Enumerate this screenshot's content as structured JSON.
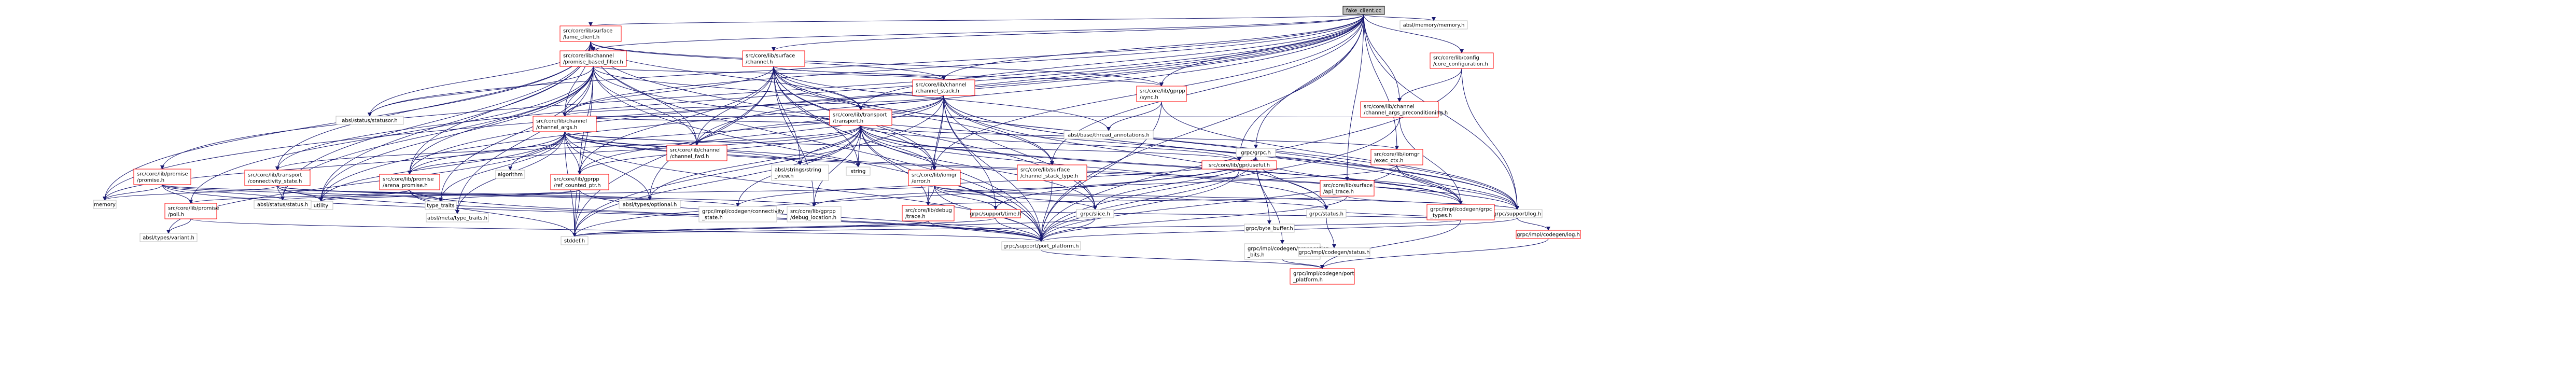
{
  "graph": {
    "title": "",
    "colors": {
      "root_fill": "#bfbfbf",
      "root_stroke": "#000000",
      "link_stroke": "#ff0000",
      "link_text": "#b40000",
      "leaf_stroke": "#bfbfbf",
      "leaf_text": "#000000",
      "edge": "#191970",
      "background": "#ffffff"
    },
    "nodes": [
      {
        "id": "root",
        "lines": [
          "fake_client.cc"
        ],
        "style": "root"
      },
      {
        "id": "surface_client",
        "lines": [
          "src/core/lib/surface",
          "/lame_client.h"
        ],
        "style": "link"
      },
      {
        "id": "promise_filter",
        "lines": [
          "src/core/lib/channel",
          "/promise_based_filter.h"
        ],
        "style": "link"
      },
      {
        "id": "surface_channel",
        "lines": [
          "src/core/lib/surface",
          "/channel.h"
        ],
        "style": "link"
      },
      {
        "id": "channel_stack",
        "lines": [
          "src/core/lib/channel",
          "/channel_stack.h"
        ],
        "style": "link"
      },
      {
        "id": "transport",
        "lines": [
          "src/core/lib/transport",
          "/transport.h"
        ],
        "style": "link"
      },
      {
        "id": "channel_args",
        "lines": [
          "src/core/lib/channel",
          "/channel_args.h"
        ],
        "style": "link"
      },
      {
        "id": "status_statusor",
        "lines": [
          "absl/status/statusor.h"
        ],
        "style": "leaf"
      },
      {
        "id": "gprpp_sync",
        "lines": [
          "src/core/lib/gprpp",
          "/sync.h"
        ],
        "style": "link"
      },
      {
        "id": "abseil_annotations",
        "lines": [
          "absl/base/thread_annotations.h"
        ],
        "style": "leaf"
      },
      {
        "id": "channel_fwd",
        "lines": [
          "src/core/lib/channel",
          "/channel_fwd.h"
        ],
        "style": "link"
      },
      {
        "id": "string_view",
        "lines": [
          "absl/strings/string",
          "_view.h"
        ],
        "style": "leaf"
      },
      {
        "id": "std_string",
        "lines": [
          "string"
        ],
        "style": "leaf"
      },
      {
        "id": "iomgr_error",
        "lines": [
          "src/core/lib/iomgr",
          "/error.h"
        ],
        "style": "link"
      },
      {
        "id": "stack_type",
        "lines": [
          "src/core/lib/surface",
          "/channel_stack_type.h"
        ],
        "style": "link"
      },
      {
        "id": "ref_counted_ptr",
        "lines": [
          "src/core/lib/gprpp",
          "/ref_counted_ptr.h"
        ],
        "style": "link"
      },
      {
        "id": "algorithm",
        "lines": [
          "algorithm"
        ],
        "style": "leaf"
      },
      {
        "id": "useful",
        "lines": [
          "src/core/lib/gpr/useful.h"
        ],
        "style": "link"
      },
      {
        "id": "exec_ctx",
        "lines": [
          "src/core/lib/iomgr",
          "/exec_ctx.h"
        ],
        "style": "link"
      },
      {
        "id": "grpc_h",
        "lines": [
          "grpc/grpc.h"
        ],
        "style": "leaf"
      },
      {
        "id": "api_trace",
        "lines": [
          "src/core/lib/surface",
          "/api_trace.h"
        ],
        "style": "link"
      },
      {
        "id": "memory_h",
        "lines": [
          "absl/memory/memory.h"
        ],
        "style": "leaf"
      },
      {
        "id": "core_config",
        "lines": [
          "src/core/lib/config",
          "/core_configuration.h"
        ],
        "style": "link"
      },
      {
        "id": "args_precond",
        "lines": [
          "src/core/lib/channel",
          "/channel_args_preconditioning.h"
        ],
        "style": "link"
      },
      {
        "id": "arena_promise",
        "lines": [
          "src/core/lib/promise",
          "/arena_promise.h"
        ],
        "style": "link"
      },
      {
        "id": "connectivity",
        "lines": [
          "src/core/lib/transport",
          "/connectivity_state.h"
        ],
        "style": "link"
      },
      {
        "id": "promise_h",
        "lines": [
          "src/core/lib/promise",
          "/promise.h"
        ],
        "style": "link"
      },
      {
        "id": "absl_optional",
        "lines": [
          "absl/types/optional.h"
        ],
        "style": "leaf"
      },
      {
        "id": "grpc_slice",
        "lines": [
          "grpc/slice.h"
        ],
        "style": "leaf"
      },
      {
        "id": "grpc_status",
        "lines": [
          "grpc/status.h"
        ],
        "style": "leaf"
      },
      {
        "id": "support_log",
        "lines": [
          "grpc/support/log.h"
        ],
        "style": "leaf"
      },
      {
        "id": "port_platform",
        "lines": [
          "grpc/support/port_platform.h"
        ],
        "style": "leaf"
      },
      {
        "id": "stddef",
        "lines": [
          "stddef.h"
        ],
        "style": "leaf"
      },
      {
        "id": "memory",
        "lines": [
          "memory"
        ],
        "style": "leaf"
      },
      {
        "id": "utility",
        "lines": [
          "utility"
        ],
        "style": "leaf"
      },
      {
        "id": "type_traits",
        "lines": [
          "type_traits"
        ],
        "style": "leaf"
      },
      {
        "id": "meta_traits",
        "lines": [
          "absl/meta/type_traits.h"
        ],
        "style": "leaf"
      },
      {
        "id": "absl_status",
        "lines": [
          "absl/status/status.h"
        ],
        "style": "leaf"
      },
      {
        "id": "abseil_variant",
        "lines": [
          "absl/types/variant.h"
        ],
        "style": "leaf"
      },
      {
        "id": "poll_h",
        "lines": [
          "src/core/lib/promise",
          "/poll.h"
        ],
        "style": "link"
      },
      {
        "id": "connectivity_codegen",
        "lines": [
          "grpc/impl/codegen/connectivity",
          "_state.h"
        ],
        "style": "leaf"
      },
      {
        "id": "debug_location",
        "lines": [
          "src/core/lib/gprpp",
          "/debug_location.h"
        ],
        "style": "leaf"
      },
      {
        "id": "grpc_types",
        "lines": [
          "grpc/impl/codegen/grpc",
          "_types.h"
        ],
        "style": "link"
      },
      {
        "id": "debug_trace",
        "lines": [
          "src/core/lib/debug",
          "/trace.h"
        ],
        "style": "link"
      },
      {
        "id": "support_time",
        "lines": [
          "grpc/support/time.h"
        ],
        "style": "link"
      },
      {
        "id": "byte_buffer",
        "lines": [
          "grpc/byte_buffer.h"
        ],
        "style": "leaf"
      },
      {
        "id": "propagation",
        "lines": [
          "grpc/impl/codegen/propagation",
          "_bits.h"
        ],
        "style": "leaf"
      },
      {
        "id": "codegen_status",
        "lines": [
          "grpc/impl/codegen/status.h"
        ],
        "style": "leaf"
      },
      {
        "id": "codegen_log",
        "lines": [
          "grpc/impl/codegen/log.h"
        ],
        "style": "link"
      },
      {
        "id": "codegen_port",
        "lines": [
          "grpc/impl/codegen/port",
          "_platform.h"
        ],
        "style": "link"
      }
    ],
    "edges": [
      [
        "root",
        "surface_client"
      ],
      [
        "root",
        "surface_channel"
      ],
      [
        "root",
        "channel_stack"
      ],
      [
        "root",
        "transport"
      ],
      [
        "root",
        "status_statusor"
      ],
      [
        "root",
        "memory_h"
      ],
      [
        "root",
        "core_config"
      ],
      [
        "root",
        "args_precond"
      ],
      [
        "root",
        "gprpp_sync"
      ],
      [
        "root",
        "grpc_h"
      ],
      [
        "root",
        "api_trace"
      ],
      [
        "root",
        "exec_ctx"
      ],
      [
        "root",
        "port_platform"
      ],
      [
        "root",
        "memory"
      ],
      [
        "root",
        "utility"
      ],
      [
        "root",
        "support_log"
      ],
      [
        "root",
        "promise_h"
      ],
      [
        "root",
        "connectivity"
      ],
      [
        "root",
        "arena_promise"
      ],
      [
        "root",
        "channel_args"
      ],
      [
        "root",
        "iomgr_error"
      ],
      [
        "root",
        "stack_type"
      ],
      [
        "root",
        "useful"
      ],
      [
        "root",
        "channel_fwd"
      ],
      [
        "root",
        "promise_filter"
      ],
      [
        "surface_client",
        "promise_filter"
      ],
      [
        "surface_client",
        "channel_args"
      ],
      [
        "surface_client",
        "status_statusor"
      ],
      [
        "surface_client",
        "gprpp_sync"
      ],
      [
        "surface_client",
        "transport"
      ],
      [
        "surface_client",
        "channel_fwd"
      ],
      [
        "surface_client",
        "connectivity"
      ],
      [
        "surface_client",
        "arena_promise"
      ],
      [
        "surface_client",
        "iomgr_error"
      ],
      [
        "surface_client",
        "absl_status"
      ],
      [
        "surface_client",
        "channel_stack"
      ],
      [
        "surface_client",
        "utility"
      ],
      [
        "surface_client",
        "port_platform"
      ],
      [
        "surface_client",
        "memory"
      ],
      [
        "promise_filter",
        "channel_stack"
      ],
      [
        "promise_filter",
        "channel_args"
      ],
      [
        "promise_filter",
        "channel_fwd"
      ],
      [
        "promise_filter",
        "status_statusor"
      ],
      [
        "promise_filter",
        "arena_promise"
      ],
      [
        "promise_filter",
        "poll_h"
      ],
      [
        "promise_filter",
        "transport"
      ],
      [
        "promise_filter",
        "utility"
      ],
      [
        "promise_filter",
        "port_platform"
      ],
      [
        "promise_filter",
        "meta_traits"
      ],
      [
        "promise_filter",
        "ref_counted_ptr"
      ],
      [
        "promise_filter",
        "support_log"
      ],
      [
        "promise_filter",
        "type_traits"
      ],
      [
        "promise_filter",
        "stddef"
      ],
      [
        "promise_filter",
        "absl_status"
      ],
      [
        "surface_channel",
        "channel_stack"
      ],
      [
        "surface_channel",
        "channel_args"
      ],
      [
        "surface_channel",
        "channel_fwd"
      ],
      [
        "surface_channel",
        "transport"
      ],
      [
        "surface_channel",
        "ref_counted_ptr"
      ],
      [
        "surface_channel",
        "gprpp_sync"
      ],
      [
        "surface_channel",
        "abseil_annotations"
      ],
      [
        "surface_channel",
        "string_view"
      ],
      [
        "surface_channel",
        "std_string"
      ],
      [
        "surface_channel",
        "stack_type"
      ],
      [
        "surface_channel",
        "grpc_types"
      ],
      [
        "surface_channel",
        "absl_optional"
      ],
      [
        "surface_channel",
        "debug_location"
      ],
      [
        "surface_channel",
        "port_platform"
      ],
      [
        "surface_channel",
        "stddef"
      ],
      [
        "surface_channel",
        "grpc_slice"
      ],
      [
        "surface_channel",
        "support_log"
      ],
      [
        "surface_channel",
        "iomgr_error"
      ],
      [
        "channel_stack",
        "channel_args"
      ],
      [
        "channel_stack",
        "channel_fwd"
      ],
      [
        "channel_stack",
        "transport"
      ],
      [
        "channel_stack",
        "iomgr_error"
      ],
      [
        "channel_stack",
        "stack_type"
      ],
      [
        "channel_stack",
        "debug_trace"
      ],
      [
        "channel_stack",
        "grpc_types"
      ],
      [
        "channel_stack",
        "grpc_slice"
      ],
      [
        "channel_stack",
        "support_log"
      ],
      [
        "channel_stack",
        "grpc_status"
      ],
      [
        "channel_stack",
        "port_platform"
      ],
      [
        "channel_stack",
        "arena_promise"
      ],
      [
        "channel_stack",
        "support_time"
      ],
      [
        "channel_stack",
        "stddef"
      ],
      [
        "channel_stack",
        "ref_counted_ptr"
      ],
      [
        "transport",
        "iomgr_error"
      ],
      [
        "transport",
        "ref_counted_ptr"
      ],
      [
        "transport",
        "channel_args"
      ],
      [
        "transport",
        "string_view"
      ],
      [
        "transport",
        "std_string"
      ],
      [
        "transport",
        "grpc_status"
      ],
      [
        "transport",
        "grpc_slice"
      ],
      [
        "transport",
        "debug_trace"
      ],
      [
        "transport",
        "connectivity"
      ],
      [
        "transport",
        "grpc_types"
      ],
      [
        "transport",
        "arena_promise"
      ],
      [
        "transport",
        "debug_location"
      ],
      [
        "transport",
        "support_log"
      ],
      [
        "transport",
        "exec_ctx"
      ],
      [
        "transport",
        "port_platform"
      ],
      [
        "transport",
        "stddef"
      ],
      [
        "transport",
        "useful"
      ],
      [
        "transport",
        "absl_optional"
      ],
      [
        "transport",
        "connectivity_codegen"
      ],
      [
        "channel_args",
        "ref_counted_ptr"
      ],
      [
        "channel_args",
        "string_view"
      ],
      [
        "channel_args",
        "std_string"
      ],
      [
        "channel_args",
        "algorithm"
      ],
      [
        "channel_args",
        "absl_optional"
      ],
      [
        "channel_args",
        "abseil_variant"
      ],
      [
        "channel_args",
        "utility"
      ],
      [
        "channel_args",
        "stddef"
      ],
      [
        "channel_args",
        "meta_traits"
      ],
      [
        "channel_args",
        "type_traits"
      ],
      [
        "channel_args",
        "grpc_types"
      ],
      [
        "channel_args",
        "support_log"
      ],
      [
        "channel_args",
        "port_platform"
      ],
      [
        "channel_args",
        "memory"
      ],
      [
        "channel_args",
        "useful"
      ],
      [
        "channel_args",
        "channel_fwd"
      ],
      [
        "gprpp_sync",
        "abseil_annotations"
      ],
      [
        "gprpp_sync",
        "support_log"
      ],
      [
        "gprpp_sync",
        "port_platform"
      ],
      [
        "iomgr_error",
        "grpc_slice"
      ],
      [
        "iomgr_error",
        "grpc_status"
      ],
      [
        "iomgr_error",
        "debug_trace"
      ],
      [
        "iomgr_error",
        "absl_status"
      ],
      [
        "iomgr_error",
        "support_log"
      ],
      [
        "iomgr_error",
        "port_platform"
      ],
      [
        "iomgr_error",
        "support_time"
      ],
      [
        "stack_type",
        "port_platform"
      ],
      [
        "ref_counted_ptr",
        "utility"
      ],
      [
        "ref_counted_ptr",
        "type_traits"
      ],
      [
        "ref_counted_ptr",
        "stddef"
      ],
      [
        "ref_counted_ptr",
        "port_platform"
      ],
      [
        "useful",
        "port_platform"
      ],
      [
        "exec_ctx",
        "grpc_types"
      ],
      [
        "exec_ctx",
        "support_log"
      ],
      [
        "exec_ctx",
        "port_platform"
      ],
      [
        "exec_ctx",
        "debug_location"
      ],
      [
        "grpc_h",
        "grpc_types"
      ],
      [
        "grpc_h",
        "grpc_slice"
      ],
      [
        "grpc_h",
        "grpc_status"
      ],
      [
        "grpc_h",
        "byte_buffer"
      ],
      [
        "grpc_h",
        "propagation"
      ],
      [
        "grpc_h",
        "port_platform"
      ],
      [
        "grpc_h",
        "support_time"
      ],
      [
        "grpc_h",
        "connectivity_codegen"
      ],
      [
        "grpc_h",
        "stddef"
      ],
      [
        "api_trace",
        "debug_trace"
      ],
      [
        "api_trace",
        "support_log"
      ],
      [
        "api_trace",
        "port_platform"
      ],
      [
        "core_config",
        "args_precond"
      ],
      [
        "core_config",
        "support_log"
      ],
      [
        "core_config",
        "port_platform"
      ],
      [
        "args_precond",
        "channel_args"
      ],
      [
        "args_precond",
        "port_platform"
      ],
      [
        "args_precond",
        "grpc_types"
      ],
      [
        "arena_promise",
        "poll_h"
      ],
      [
        "arena_promise",
        "utility"
      ],
      [
        "arena_promise",
        "meta_traits"
      ],
      [
        "arena_promise",
        "port_platform"
      ],
      [
        "arena_promise",
        "type_traits"
      ],
      [
        "arena_promise",
        "stddef"
      ],
      [
        "connectivity",
        "absl_status"
      ],
      [
        "connectivity",
        "connectivity_codegen"
      ],
      [
        "connectivity",
        "utility"
      ],
      [
        "connectivity",
        "port_platform"
      ],
      [
        "connectivity",
        "memory"
      ],
      [
        "connectivity",
        "debug_location"
      ],
      [
        "promise_h",
        "poll_h"
      ],
      [
        "promise_h",
        "absl_status"
      ],
      [
        "promise_h",
        "absl_optional"
      ],
      [
        "promise_h",
        "type_traits"
      ],
      [
        "promise_h",
        "port_platform"
      ],
      [
        "promise_h",
        "memory"
      ],
      [
        "poll_h",
        "abseil_variant"
      ],
      [
        "poll_h",
        "port_platform"
      ],
      [
        "grpc_slice",
        "port_platform"
      ],
      [
        "grpc_slice",
        "stddef"
      ],
      [
        "grpc_status",
        "codegen_status"
      ],
      [
        "support_log",
        "port_platform"
      ],
      [
        "support_log",
        "codegen_log"
      ],
      [
        "port_platform",
        "codegen_port"
      ],
      [
        "grpc_types",
        "support_time"
      ],
      [
        "grpc_types",
        "grpc_status"
      ],
      [
        "grpc_types",
        "stddef"
      ],
      [
        "grpc_types",
        "codegen_port"
      ],
      [
        "debug_trace",
        "port_platform"
      ],
      [
        "debug_trace",
        "stddef"
      ],
      [
        "support_time",
        "port_platform"
      ],
      [
        "support_time",
        "stddef"
      ],
      [
        "codegen_log",
        "codegen_port"
      ],
      [
        "propagation",
        "codegen_port"
      ]
    ]
  }
}
